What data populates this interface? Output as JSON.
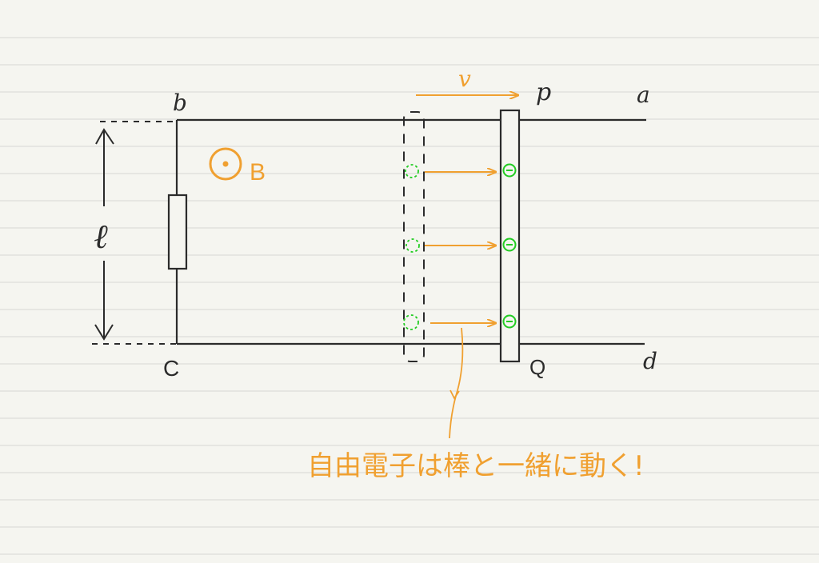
{
  "labels": {
    "a": "a",
    "b": "b",
    "c": "C",
    "d": "d",
    "p": "p",
    "q": "Q",
    "length": "ℓ",
    "velocity": "v",
    "field": "B",
    "note": "自由電子は棒と一緒に動く!"
  },
  "colors": {
    "paper": "#f5f5f0",
    "rule": "#d8d8d4",
    "ink": "#2b2b2b",
    "accent": "#f0a030",
    "electron": "#22cc22"
  },
  "icons": {
    "field_symbol": "dot-in-circle-icon",
    "electron_symbol": "minus-circle-icon"
  }
}
